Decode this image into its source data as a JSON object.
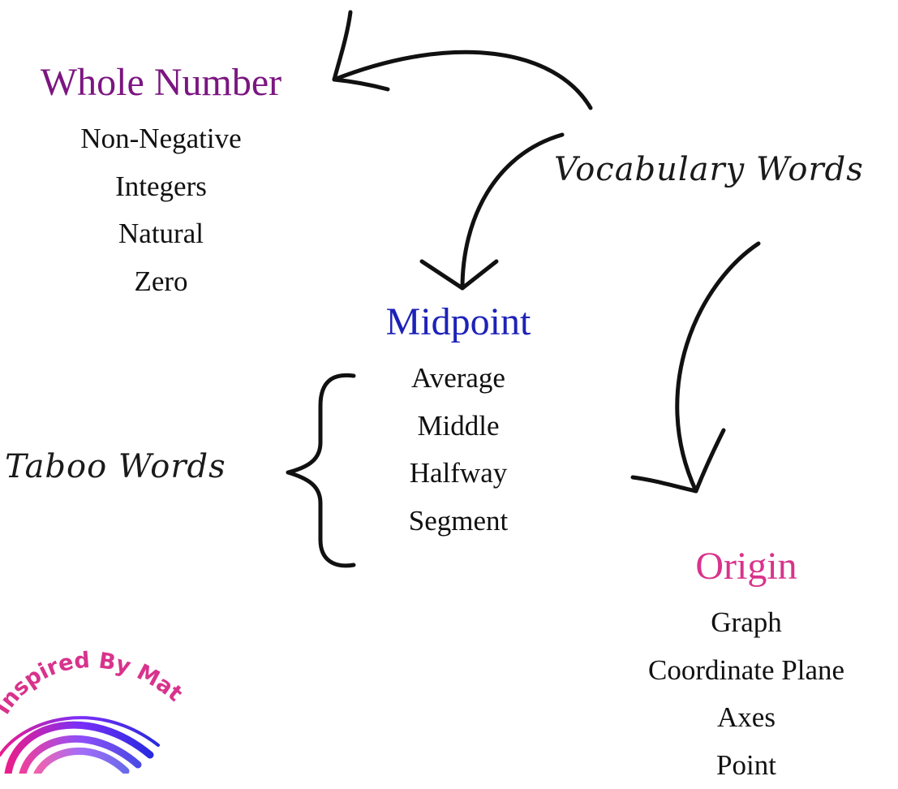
{
  "vocabulary_label": "Vocabulary Words",
  "taboo_label": "Taboo Words",
  "cards": [
    {
      "title": "Whole Number",
      "color": "#7b1680",
      "words": [
        "Non-Negative",
        "Integers",
        "Natural",
        "Zero"
      ]
    },
    {
      "title": "Midpoint",
      "color": "#1d22b8",
      "words": [
        "Average",
        "Middle",
        "Halfway",
        "Segment"
      ]
    },
    {
      "title": "Origin",
      "color": "#d8338c",
      "words": [
        "Graph",
        "Coordinate Plane",
        "Axes",
        "Point"
      ]
    }
  ],
  "logo": {
    "text": "Inspired By Math",
    "colors": [
      "#e91e8c",
      "#7b2ff7",
      "#2a2ae0"
    ]
  }
}
